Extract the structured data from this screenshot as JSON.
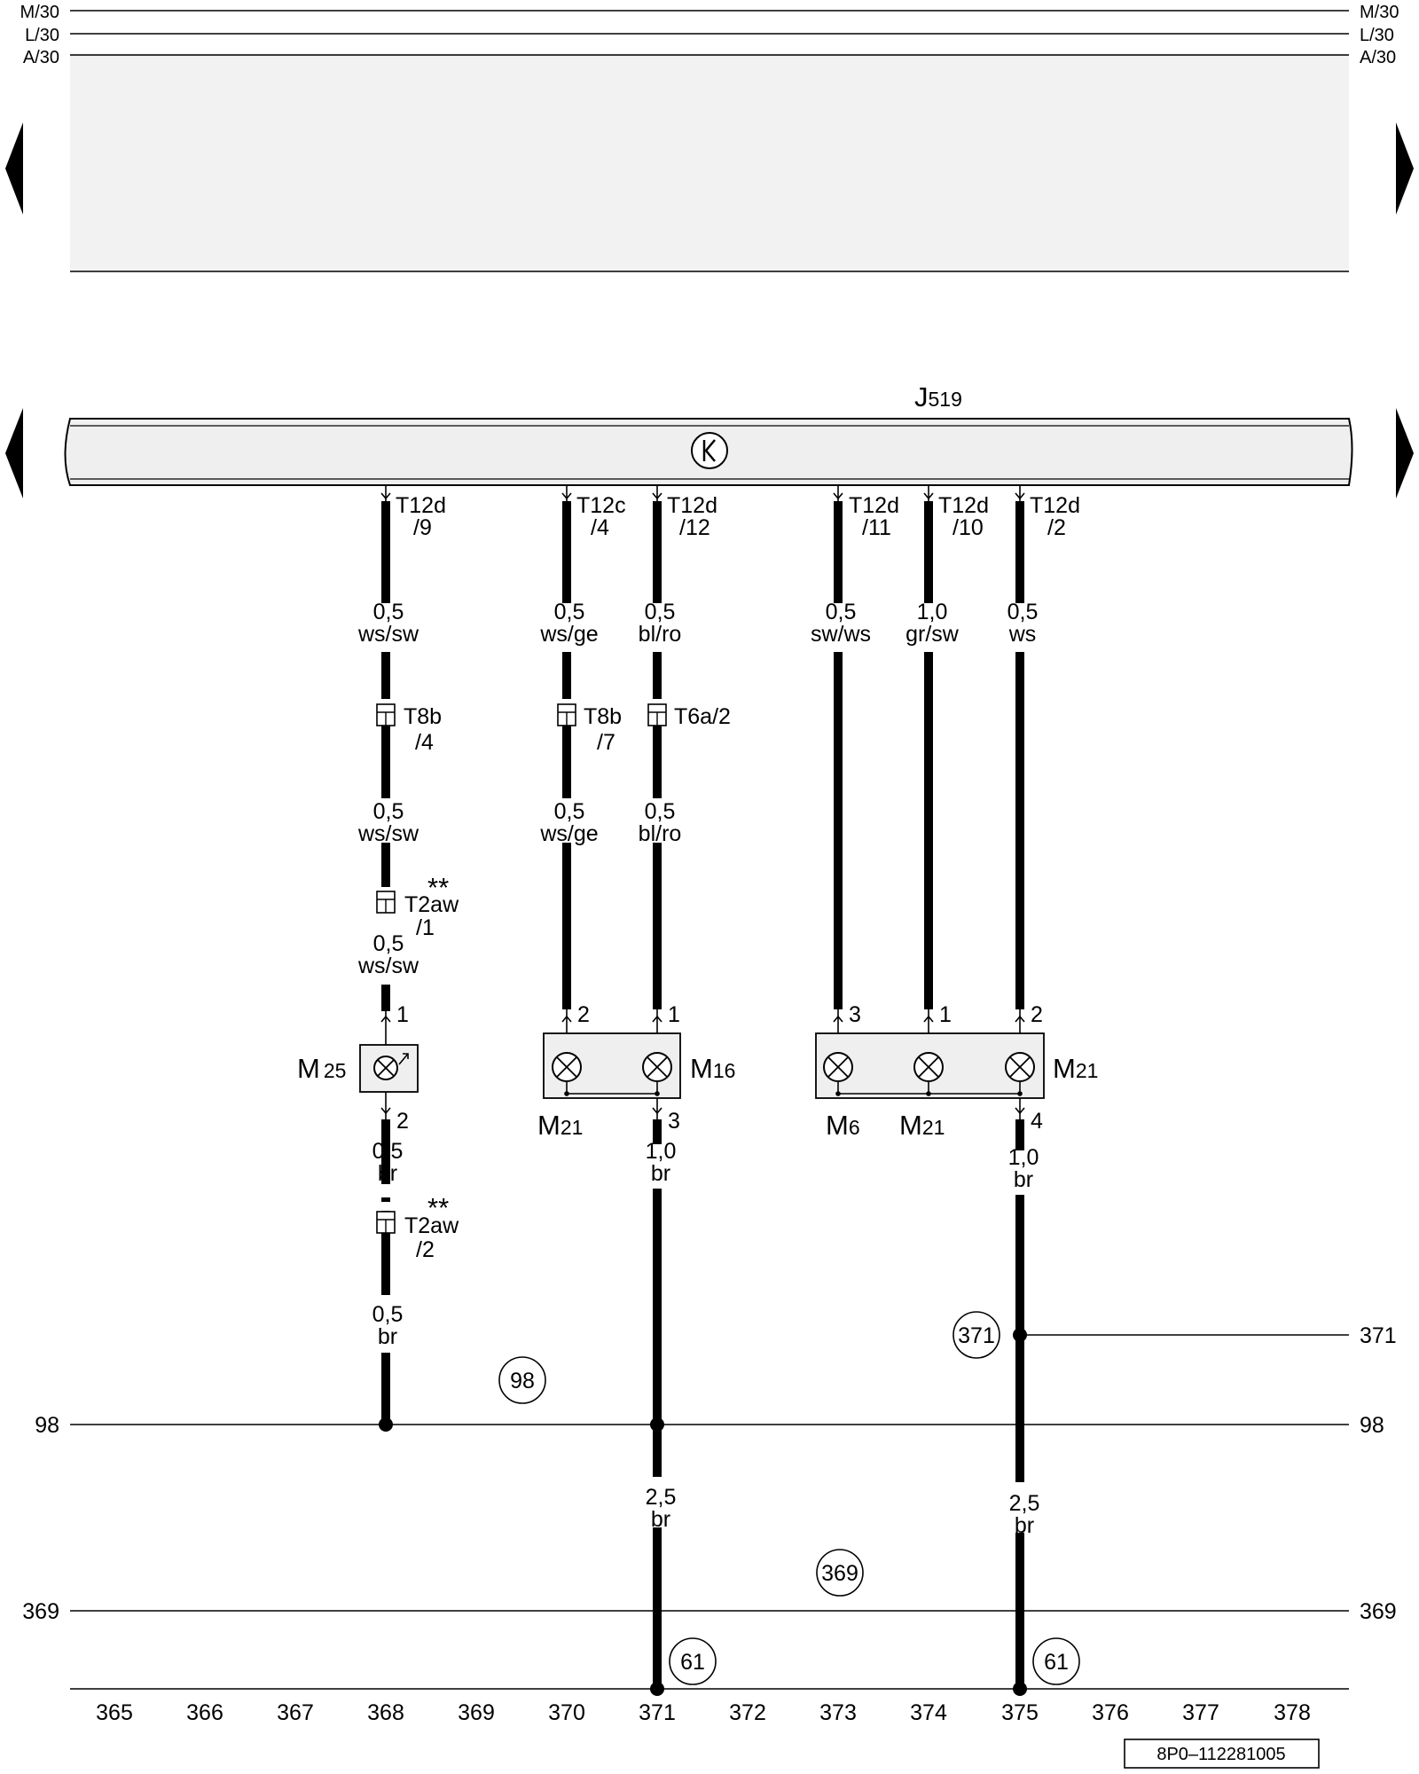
{
  "rails_top": [
    "M/30",
    "L/30",
    "A/30"
  ],
  "module": {
    "letter": "J",
    "num": "519"
  },
  "connectors": [
    {
      "a": "T12d",
      "b": "/9"
    },
    {
      "a": "T12c",
      "b": "/4"
    },
    {
      "a": "T12d",
      "b": "/12"
    },
    {
      "a": "T12d",
      "b": "/11"
    },
    {
      "a": "T12d",
      "b": "/10"
    },
    {
      "a": "T12d",
      "b": "/2"
    }
  ],
  "wire_labels": [
    {
      "size": "0,5",
      "color": "ws/sw"
    },
    {
      "size": "0,5",
      "color": "ws/ge"
    },
    {
      "size": "0,5",
      "color": "bl/ro"
    },
    {
      "size": "0,5",
      "color": "sw/ws"
    },
    {
      "size": "1,0",
      "color": "gr/sw"
    },
    {
      "size": "0,5",
      "color": "ws"
    },
    {
      "size": "0,5",
      "color": "ws/sw"
    },
    {
      "size": "0,5",
      "color": "ws/ge"
    },
    {
      "size": "0,5",
      "color": "bl/ro"
    },
    {
      "size": "0,5",
      "color": "ws/sw"
    },
    {
      "size": "0,5",
      "color": "br"
    },
    {
      "size": "1,0",
      "color": "br"
    },
    {
      "size": "1,0",
      "color": "br"
    },
    {
      "size": "0,5",
      "color": "br"
    },
    {
      "size": "2,5",
      "color": "br"
    },
    {
      "size": "2,5",
      "color": "br"
    }
  ],
  "plugs": [
    {
      "a": "T8b",
      "b": "/4"
    },
    {
      "a": "T8b",
      "b": "/7"
    },
    {
      "a": "T6a/2",
      "b": ""
    },
    {
      "a": "T2aw",
      "b": "/1"
    },
    {
      "a": "T2aw",
      "b": "/2"
    }
  ],
  "stars": [
    "**",
    "**"
  ],
  "pins": [
    "1",
    "2",
    "1",
    "3",
    "1",
    "2",
    "2",
    "3",
    "4"
  ],
  "components": [
    {
      "letter": "M",
      "num": "25"
    },
    {
      "letter": "M",
      "num": "16"
    },
    {
      "letter": "M",
      "num": "21"
    },
    {
      "letter": "M",
      "num": "21"
    },
    {
      "letter": "M",
      "num": "6"
    },
    {
      "letter": "M",
      "num": "21"
    }
  ],
  "circles": [
    "98",
    "371",
    "369",
    "61",
    "61"
  ],
  "bus_labels": [
    "98",
    "98",
    "369",
    "369",
    "371"
  ],
  "grid_numbers": [
    "365",
    "366",
    "367",
    "368",
    "369",
    "370",
    "371",
    "372",
    "373",
    "374",
    "375",
    "376",
    "377",
    "378"
  ],
  "doc_id": "8P0–112281005"
}
